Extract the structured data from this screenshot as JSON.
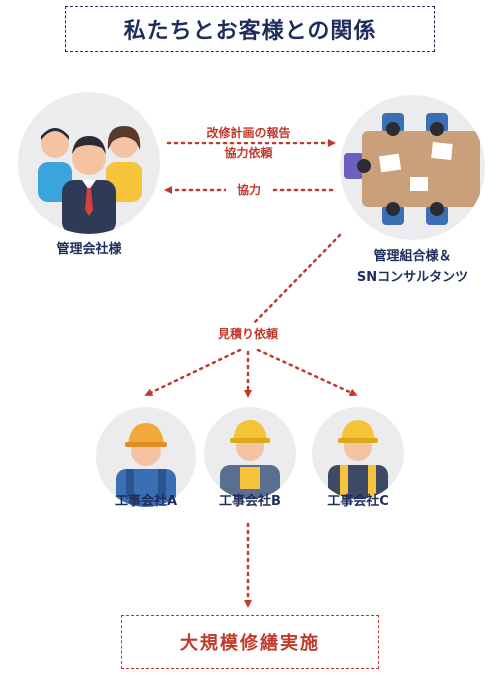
{
  "title": "私たちとお客様との関係",
  "nodes": {
    "management_company": "管理会社様",
    "association_line1": "管理組合様＆",
    "association_line2": "SNコンサルタンツ",
    "contractor_a": "工事会社A",
    "contractor_b": "工事会社B",
    "contractor_c": "工事会社C"
  },
  "edges": {
    "report_line1": "改修計画の報告",
    "report_line2": "協力依頼",
    "cooperation": "協力",
    "estimate": "見積り依頼"
  },
  "footer": "大規模修繕実施",
  "colors": {
    "navy": "#1f2d5a",
    "red": "#c0392b",
    "circle_bg": "#ececee"
  }
}
